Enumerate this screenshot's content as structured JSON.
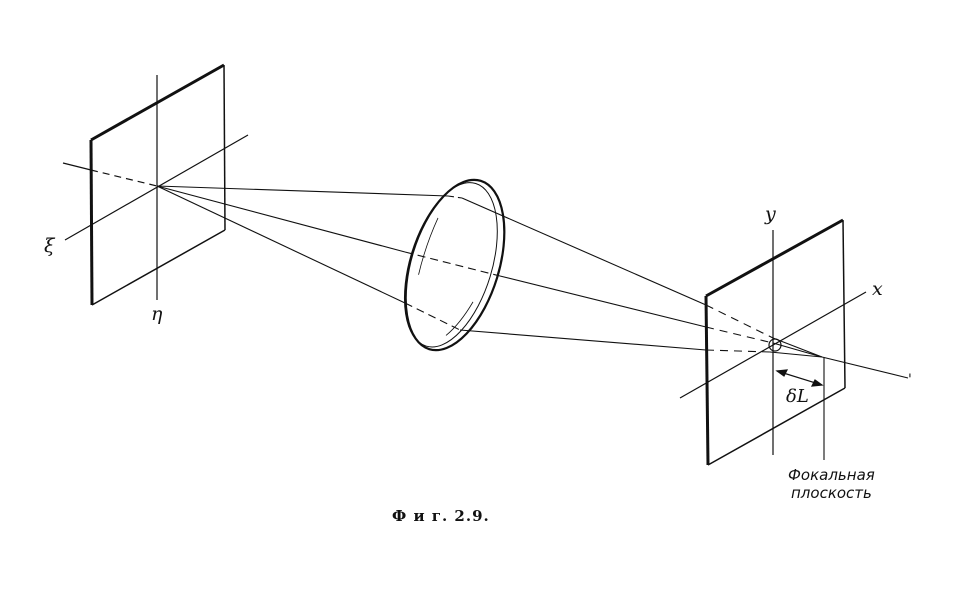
{
  "labels": {
    "xi": "ξ",
    "eta": "η",
    "y": "y",
    "x": "x",
    "delta_l": "δL",
    "focal_line1": "Фокальная",
    "focal_line2": "плоскость"
  },
  "caption": "Ф и г.  2.9."
}
